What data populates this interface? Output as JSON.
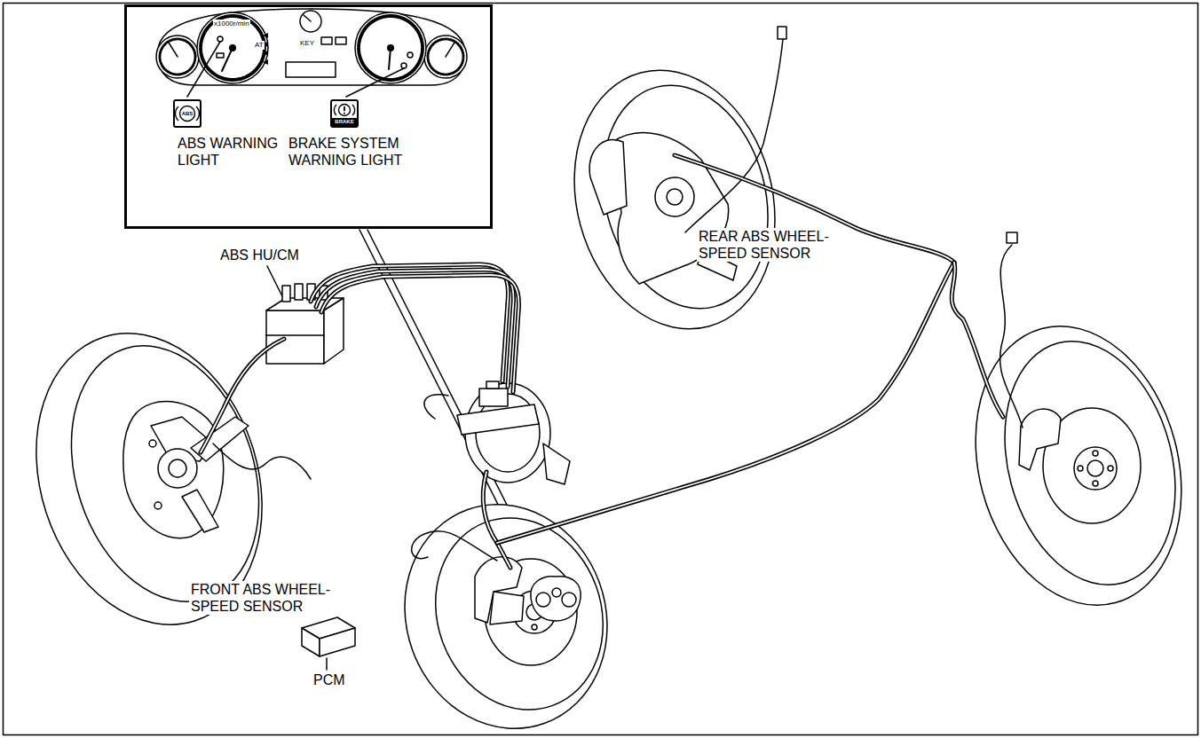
{
  "diagram": {
    "nodes": [
      {
        "text": [
          "x1000r/min",
          "AT",
          "KEY"
        ]
      },
      {
        "text": [
          "ABS",
          "ABS WARNING LIGHT"
        ],
        "in": 0
      },
      {
        "text": [
          "BRAKE",
          "BRAKE SYSTEM WARNING LIGHT"
        ],
        "in": 0
      }
    ],
    "labels": [
      "ABS HU/CM",
      "REAR ABS WHEEL-SPEED SENSOR",
      "FRONT ABS WHEEL-SPEED SENSOR",
      "PCM"
    ]
  }
}
